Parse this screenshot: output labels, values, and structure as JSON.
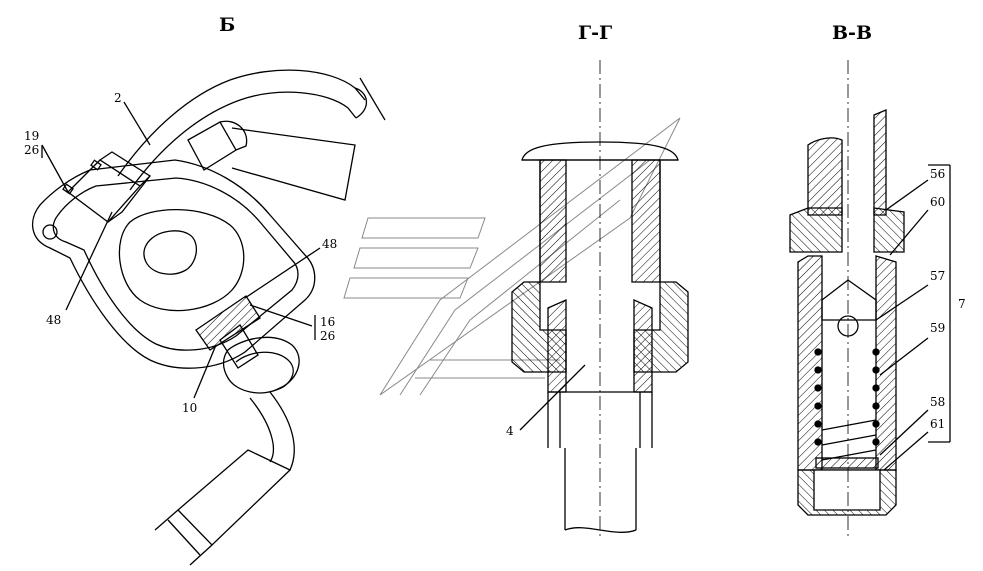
{
  "views": {
    "b": {
      "title": "Б"
    },
    "gg": {
      "title": "Г-Г"
    },
    "vv": {
      "title": "В-В"
    }
  },
  "callouts": {
    "b_2": "2",
    "b_19": "19",
    "b_26a": "26",
    "b_48a": "48",
    "b_48b": "48",
    "b_16": "16",
    "b_26b": "26",
    "b_10": "10",
    "gg_4": "4",
    "vv_56": "56",
    "vv_60": "60",
    "vv_57": "57",
    "vv_59": "59",
    "vv_58": "58",
    "vv_61": "61",
    "vv_7": "7"
  },
  "colors": {
    "line": "#000000",
    "hatch": "#000000",
    "watermark": "#8a8a8a"
  }
}
